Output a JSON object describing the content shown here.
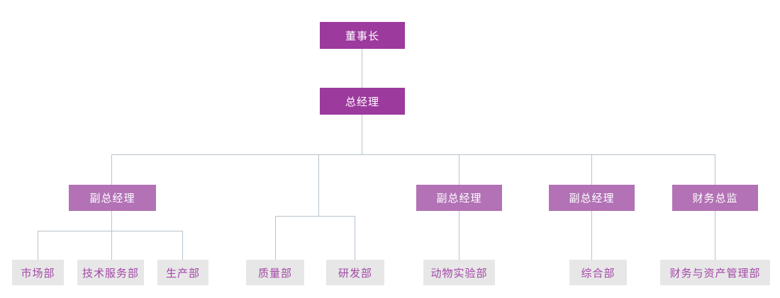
{
  "colors": {
    "background": "#ffffff",
    "executive_box": "#9c3a9e",
    "manager_box": "#b272b5",
    "dept_box": "#e7e7e7",
    "dept_text": "#a347a7",
    "box_text": "#ffffff",
    "connector": "#b7c3cc"
  },
  "org_chart": {
    "type": "organization-chart",
    "nodes": {
      "chairman": {
        "label": "董事长",
        "level": 1
      },
      "general_manager": {
        "label": "总经理",
        "level": 2,
        "reports_to": "chairman"
      },
      "deputy_gm_1": {
        "label": "副总经理",
        "level": 3,
        "reports_to": "general_manager"
      },
      "deputy_gm_2": {
        "label": "副总经理",
        "level": 3,
        "reports_to": "general_manager"
      },
      "deputy_gm_3": {
        "label": "副总经理",
        "level": 3,
        "reports_to": "general_manager"
      },
      "finance_director": {
        "label": "财务总监",
        "level": 3,
        "reports_to": "general_manager"
      },
      "dept_marketing": {
        "label": "市场部",
        "level": 4,
        "reports_to": "deputy_gm_1"
      },
      "dept_tech_service": {
        "label": "技术服务部",
        "level": 4,
        "reports_to": "deputy_gm_1"
      },
      "dept_production": {
        "label": "生产部",
        "level": 4,
        "reports_to": "deputy_gm_1"
      },
      "dept_quality": {
        "label": "质量部",
        "level": 4,
        "reports_to": "general_manager"
      },
      "dept_rnd": {
        "label": "研发部",
        "level": 4,
        "reports_to": "general_manager"
      },
      "dept_animal_lab": {
        "label": "动物实验部",
        "level": 4,
        "reports_to": "deputy_gm_2"
      },
      "dept_general_affairs": {
        "label": "综合部",
        "level": 4,
        "reports_to": "deputy_gm_3"
      },
      "dept_finance_asset": {
        "label": "财务与资产管理部",
        "level": 4,
        "reports_to": "finance_director"
      }
    }
  }
}
